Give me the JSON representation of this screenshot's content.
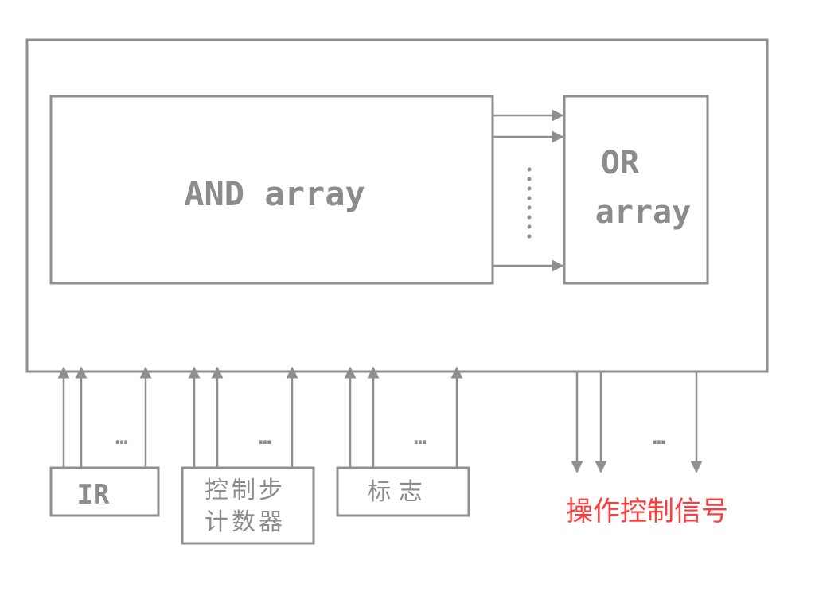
{
  "diagram": {
    "and_array": {
      "label": "AND array"
    },
    "or_array": {
      "label_line1": "OR",
      "label_line2": "array"
    },
    "inputs": {
      "ir": {
        "label": "IR"
      },
      "step_counter": {
        "label_line1": "控制步",
        "label_line2": "计数器"
      },
      "flags": {
        "label": "标 志"
      }
    },
    "output": {
      "label": "操作控制信号",
      "color": "#ff3b3b"
    },
    "ellipsis": "…",
    "vertical_dots": "……"
  }
}
